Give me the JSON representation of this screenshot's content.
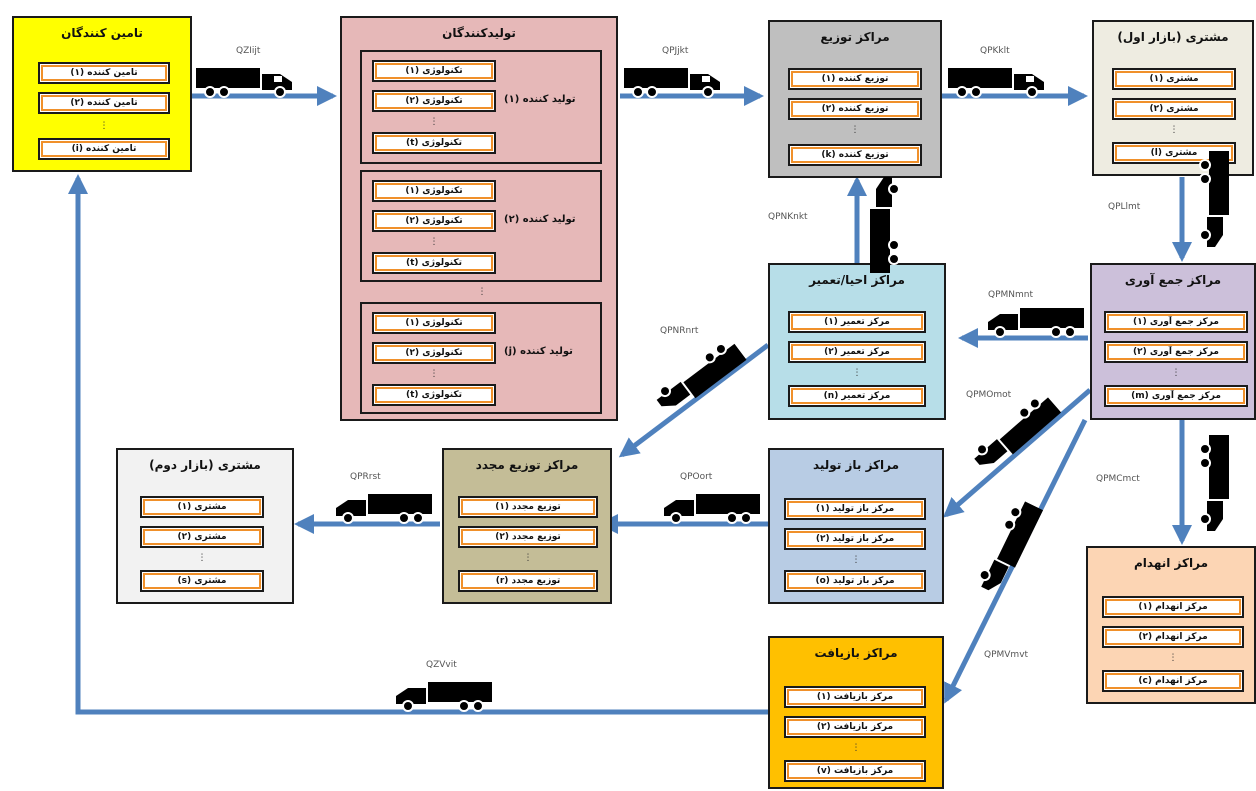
{
  "panels": {
    "suppliers": {
      "title": "تامین کنندگان",
      "items": [
        "تامین کننده (۱)",
        "تامین کننده (۲)",
        "تامین کننده (i)"
      ],
      "color": "#ffff00"
    },
    "producers": {
      "title": "تولیدکنندگان",
      "color": "#e6b8b8",
      "groups": [
        {
          "label": "تولید کننده (۱)",
          "items": [
            "تکنولوژی (۱)",
            "تکنولوژی (۲)",
            "تکنولوژی (t)"
          ]
        },
        {
          "label": "تولید کننده (۲)",
          "items": [
            "تکنولوژی (۱)",
            "تکنولوژی (۲)",
            "تکنولوژی (t)"
          ]
        },
        {
          "label": "تولید کننده (j)",
          "items": [
            "تکنولوژی (۱)",
            "تکنولوژی (۲)",
            "تکنولوژی (t)"
          ]
        }
      ]
    },
    "distribution": {
      "title": "مراکز توزیع",
      "items": [
        "توزیع کننده (۱)",
        "توزیع کننده (۲)",
        "توزیع کننده (k)"
      ],
      "color": "#bfbfbf"
    },
    "customers1": {
      "title": "مشتری (بازار اول)",
      "items": [
        "مشتری (۱)",
        "مشتری (۲)",
        "مشتری (l)"
      ],
      "color": "#eeece1"
    },
    "collection": {
      "title": "مراکز جمع آوری",
      "items": [
        "مرکز جمع آوری (۱)",
        "مرکز جمع آوری (۲)",
        "مرکز جمع آوری (m)"
      ],
      "color": "#ccc0da"
    },
    "repair": {
      "title": "مراکز احیا/تعمیر",
      "items": [
        "مرکز تعمیر (۱)",
        "مرکز تعمیر (۲)",
        "مرکز تعمیر (n)"
      ],
      "color": "#b7dee8"
    },
    "remanufacturing": {
      "title": "مراکز باز تولید",
      "items": [
        "مرکز باز تولید (۱)",
        "مرکز باز تولید (۲)",
        "مرکز باز تولید (o)"
      ],
      "color": "#b8cce4"
    },
    "redistribution": {
      "title": "مراکز توزیع مجدد",
      "items": [
        "توزیع مجدد (۱)",
        "توزیع مجدد (۲)",
        "توزیع مجدد (r)"
      ],
      "color": "#c4bd97"
    },
    "customers2": {
      "title": "مشتری (بازار دوم)",
      "items": [
        "مشتری (۱)",
        "مشتری (۲)",
        "مشتری (s)"
      ],
      "color": "#f2f2f2"
    },
    "disposal": {
      "title": "مراکز انهدام",
      "items": [
        "مرکز انهدام (۱)",
        "مرکز انهدام (۲)",
        "مرکز انهدام (c)"
      ],
      "color": "#fcd5b4"
    },
    "recycling": {
      "title": "مراکز بازیافت",
      "items": [
        "مرکز بازیافت (۱)",
        "مرکز بازیافت (۲)",
        "مرکز بازیافت (v)"
      ],
      "color": "#ffc000"
    }
  },
  "dots": "⋮",
  "flows": {
    "qzi": "QZIijt",
    "qpj": "QPJjkt",
    "qpk": "QPKklt",
    "qpl": "QPLlmt",
    "qpmn": "QPMNmnt",
    "qpnk": "QPNKnkt",
    "qpnr": "QPNRnrt",
    "qpmo": "QPMOmot",
    "qpmc": "QPMCmct",
    "qpmv": "QPMVmvt",
    "qpo": "QPOort",
    "qpr": "QPRrst",
    "qzv": "QZVvit"
  },
  "colors": {
    "arrow": "#4f81bd",
    "item_border": "#f0902a",
    "truck": "#000000"
  }
}
